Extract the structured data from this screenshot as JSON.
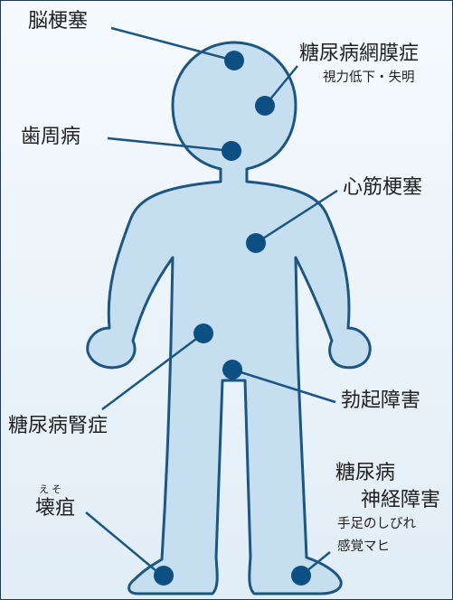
{
  "colors": {
    "body_fill": "#c6dff0",
    "body_stroke": "#1c5682",
    "marker": "#0d4f82",
    "leader_line": "#1c5682",
    "text": "#222222"
  },
  "labels": {
    "stroke": "脳梗塞",
    "retinopathy": "糖尿病網膜症",
    "retinopathy_note": "視力低下・失明",
    "periodontal": "歯周病",
    "myocardial": "心筋梗塞",
    "nephropathy": "糖尿病腎症",
    "erectile": "勃起障害",
    "gangrene": "壊疽",
    "gangrene_reading": "えそ",
    "neuropathy_line1": "糖尿病",
    "neuropathy_line2": "神経障害",
    "neuropathy_note1": "手足のしびれ",
    "neuropathy_note2": "感覚マヒ"
  }
}
